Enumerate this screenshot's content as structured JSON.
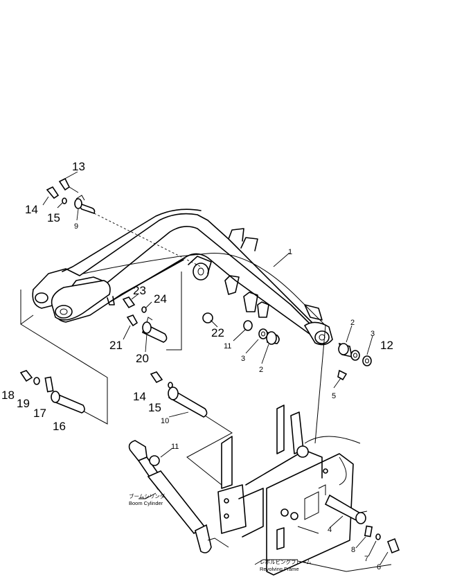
{
  "callouts": [
    {
      "id": "c13",
      "text": "13"
    },
    {
      "id": "c14a",
      "text": "14"
    },
    {
      "id": "c15a",
      "text": "15"
    },
    {
      "id": "c9",
      "text": "9"
    },
    {
      "id": "c1",
      "text": "1"
    },
    {
      "id": "c23",
      "text": "23"
    },
    {
      "id": "c24",
      "text": "24"
    },
    {
      "id": "c21",
      "text": "21"
    },
    {
      "id": "c20",
      "text": "20"
    },
    {
      "id": "c22",
      "text": "22"
    },
    {
      "id": "c11a",
      "text": "11"
    },
    {
      "id": "c3a",
      "text": "3"
    },
    {
      "id": "c2a",
      "text": "2"
    },
    {
      "id": "c2b",
      "text": "2"
    },
    {
      "id": "c3b",
      "text": "3"
    },
    {
      "id": "c12",
      "text": "12"
    },
    {
      "id": "c5",
      "text": "5"
    },
    {
      "id": "c18",
      "text": "18"
    },
    {
      "id": "c19",
      "text": "19"
    },
    {
      "id": "c17",
      "text": "17"
    },
    {
      "id": "c16",
      "text": "16"
    },
    {
      "id": "c14b",
      "text": "14"
    },
    {
      "id": "c15b",
      "text": "15"
    },
    {
      "id": "c10",
      "text": "10"
    },
    {
      "id": "c11b",
      "text": "11"
    },
    {
      "id": "c4",
      "text": "4"
    },
    {
      "id": "c8",
      "text": "8"
    },
    {
      "id": "c7",
      "text": "7"
    },
    {
      "id": "c6",
      "text": "6"
    }
  ],
  "captions": {
    "boom_cylinder_jp": "ブームシリンダ",
    "boom_cylinder_en": "Boom Cylinder",
    "revolving_frame_jp": "レボルビングフレーム",
    "revolving_frame_en": "Revolving Frame"
  }
}
